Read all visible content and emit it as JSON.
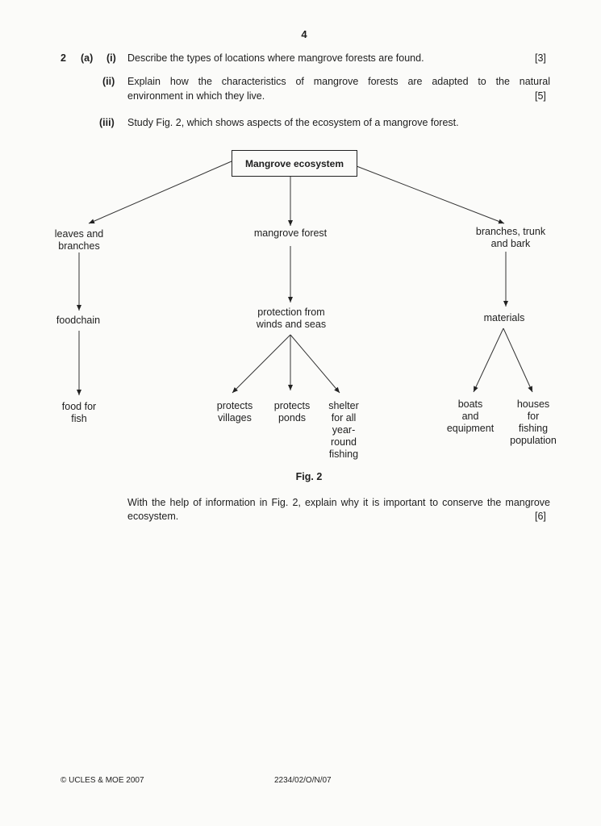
{
  "page_number": "4",
  "question": {
    "number": "2",
    "part": "(a)",
    "items": [
      {
        "label": "(i)",
        "text": "Describe the types of locations where mangrove forests are found.",
        "marks": "[3]"
      },
      {
        "label": "(ii)",
        "text_line1": "Explain how the characteristics of mangrove forests are adapted to the natural",
        "text_line2": "environment in which they live.",
        "marks": "[5]"
      },
      {
        "label": "(iii)",
        "text": "Study Fig. 2, which shows aspects of the ecosystem of a mangrove forest."
      }
    ]
  },
  "figure": {
    "root": "Mangrove ecosystem",
    "left": {
      "l1": "leaves and",
      "l2": "branches",
      "mid": "foodchain",
      "b1": "food for",
      "b2": "fish"
    },
    "center": {
      "top": "mangrove forest",
      "mid1": "protection from",
      "mid2": "winds and seas",
      "c1a": "protects",
      "c1b": "villages",
      "c2a": "protects",
      "c2b": "ponds",
      "c3a": "shelter",
      "c3b": "for all",
      "c3c": "year-",
      "c3d": "round",
      "c3e": "fishing"
    },
    "right": {
      "l1": "branches, trunk",
      "l2": "and bark",
      "mid": "materials",
      "r1a": "boats",
      "r1b": "and",
      "r1c": "equipment",
      "r2a": "houses",
      "r2b": "for",
      "r2c": "fishing",
      "r2d": "population"
    },
    "caption": "Fig. 2"
  },
  "final_question": {
    "line1": "With the help of  information in Fig. 2, explain why it is important to conserve the mangrove",
    "line2": "ecosystem.",
    "marks": "[6]"
  },
  "footer": {
    "copyright": "© UCLES & MOE 2007",
    "code": "2234/02/O/N/07"
  }
}
